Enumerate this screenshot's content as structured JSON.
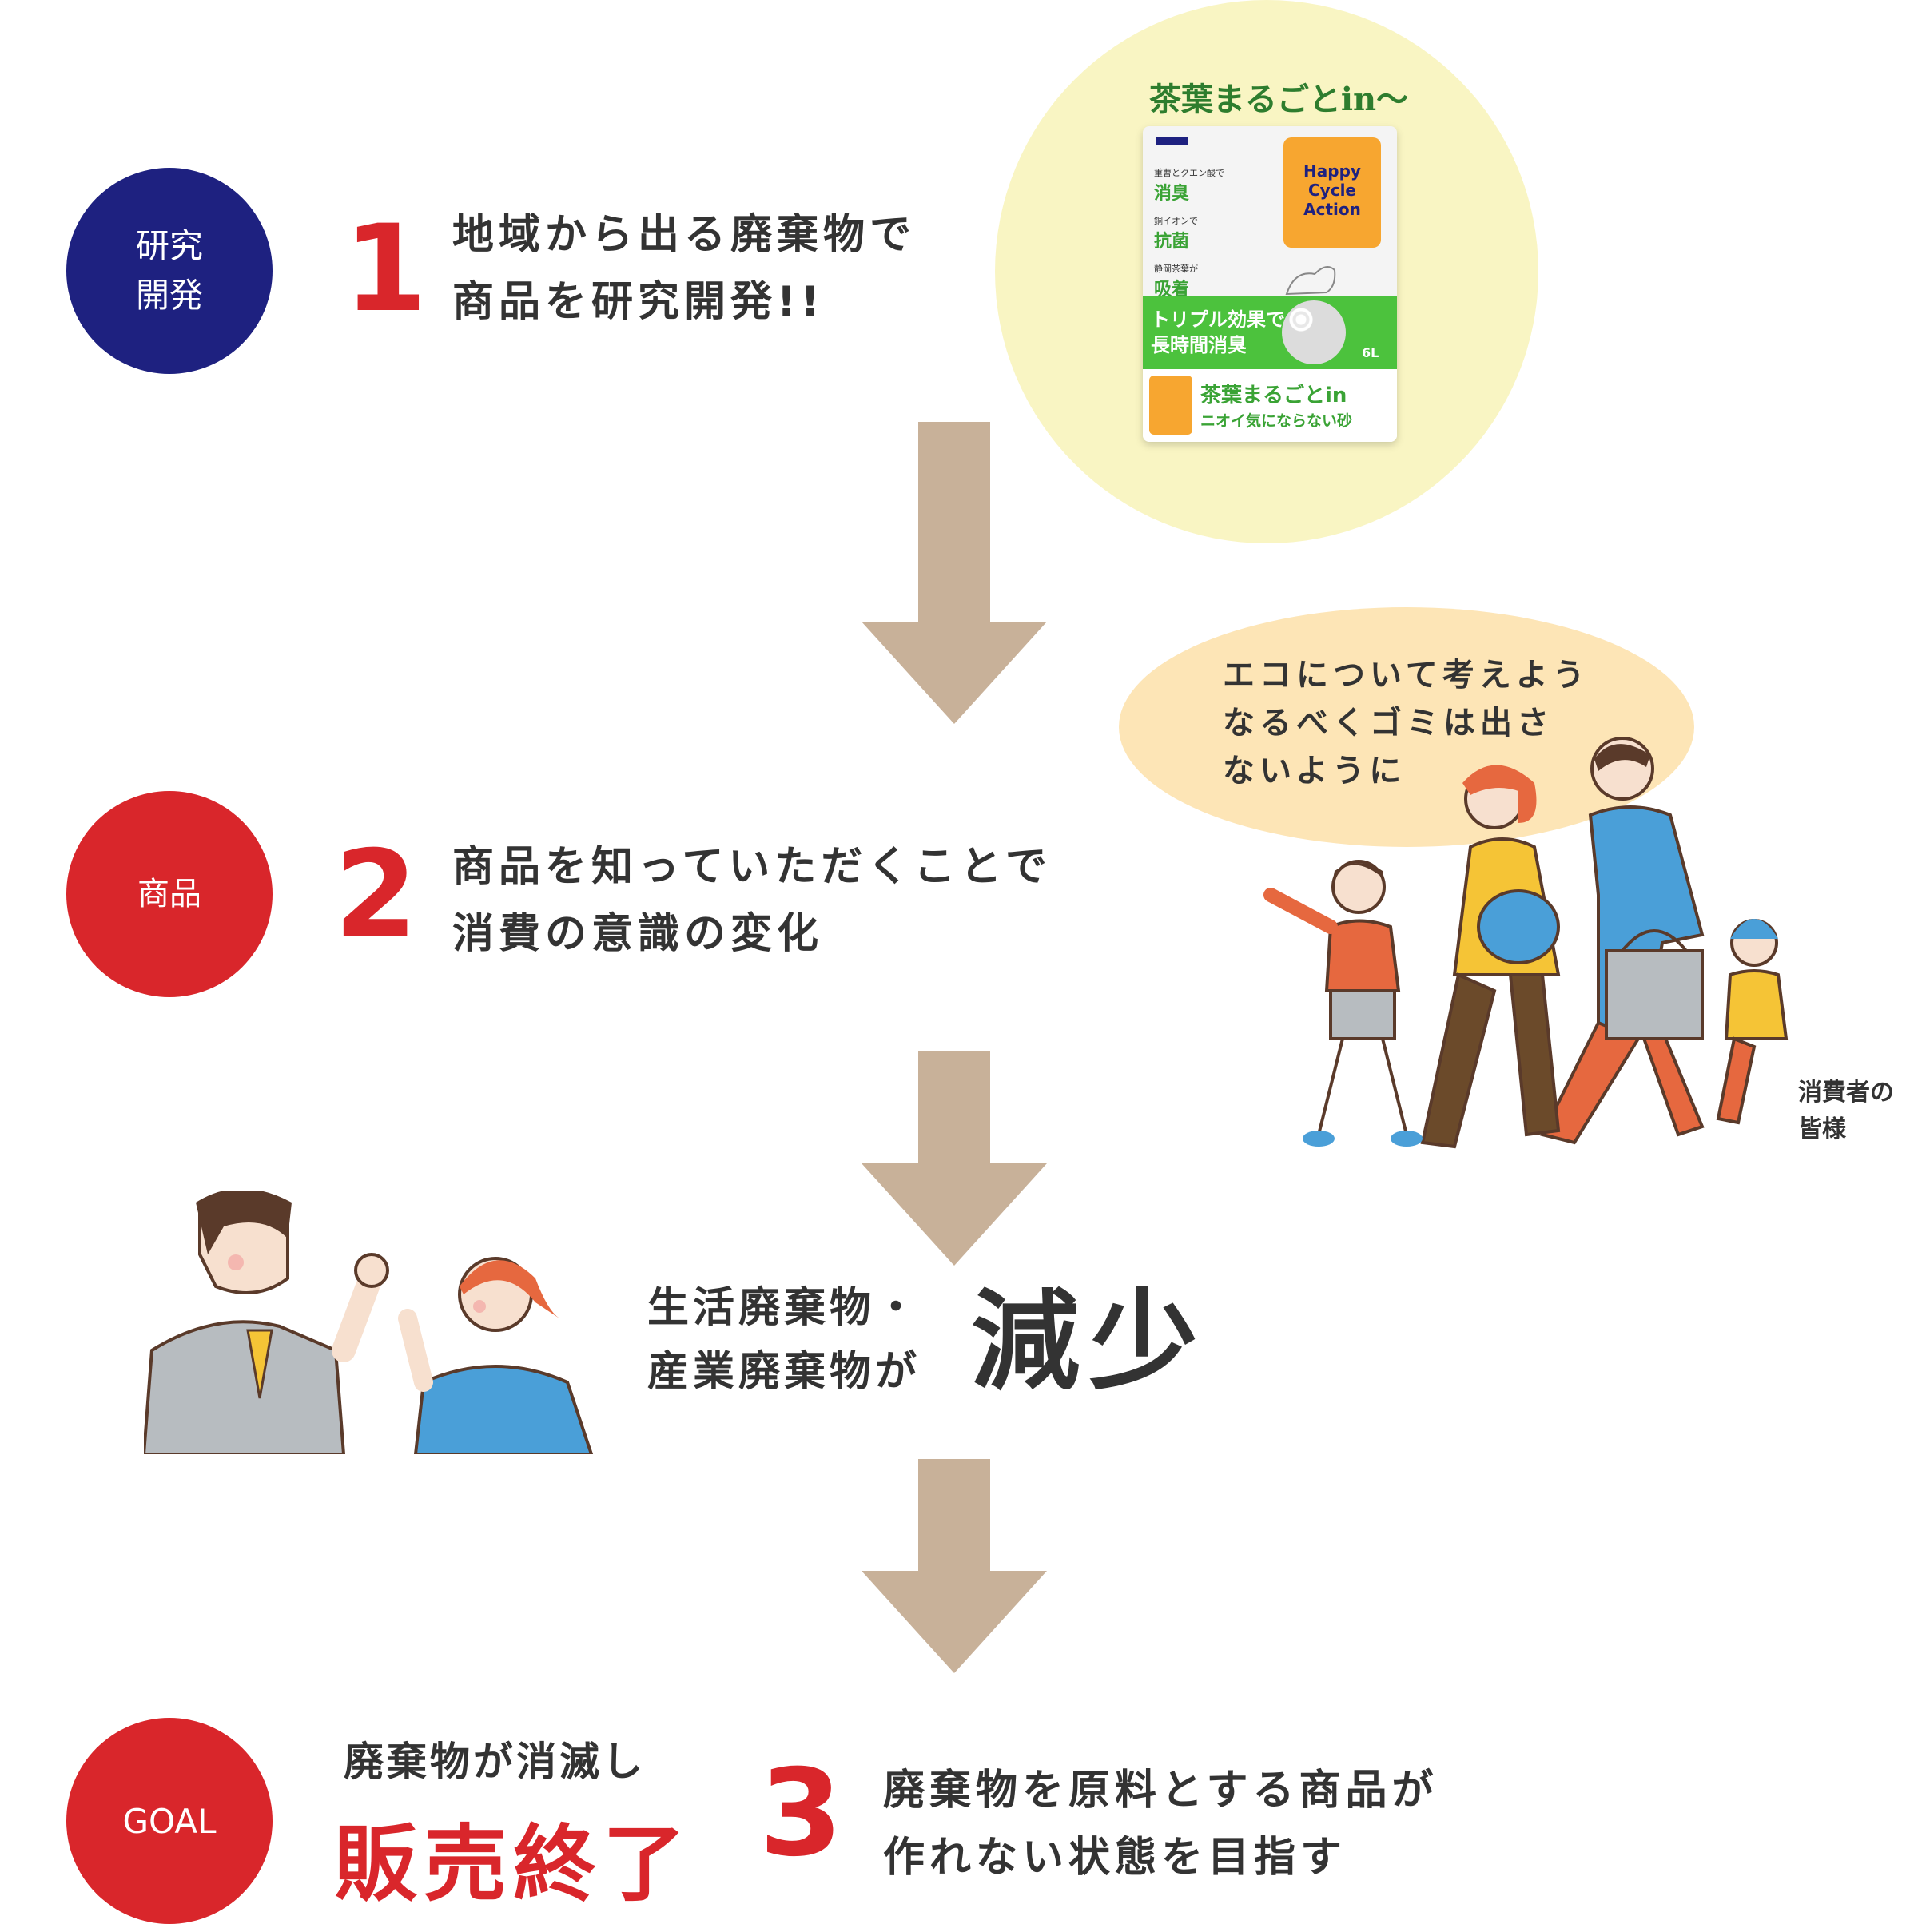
{
  "colors": {
    "navy": "#1e2180",
    "red": "#d9262b",
    "arrow": "#c8b199",
    "yellow_circle": "#f9f5c3",
    "speech_bubble": "#fde5b6",
    "text": "#333333",
    "green": "#2e7d2e"
  },
  "steps": [
    {
      "badge": "研究\n開発",
      "number": "1",
      "text": "地域から出る廃棄物で\n商品を研究開発!!"
    },
    {
      "badge": "商品",
      "number": "2",
      "text": "商品を知っていただくことで\n消費の意識の変化"
    },
    {
      "badge": "GOAL",
      "number": "3",
      "text": "廃棄物を原料とする商品が\n作れない状態を目指す"
    }
  ],
  "product": {
    "caption": "茶葉まるごとin〜",
    "package_brand_lines": [
      "Happy",
      "Cycle",
      "Action"
    ],
    "package_banner_lines": [
      "トリプル効果で",
      "長時間消臭"
    ],
    "package_bottom": "茶葉まるごとin",
    "package_bottom_sub": "ニオイ気にならない砂",
    "package_size": "6L",
    "features": [
      {
        "small": "重曹とクエン酸で",
        "big": "消臭"
      },
      {
        "small": "銅イオンで",
        "big": "抗菌"
      },
      {
        "small": "静岡茶葉が",
        "big": "吸着"
      }
    ]
  },
  "consumer": {
    "bubble": "エコについて考えよう\nなるべくゴミは出さ\nないように",
    "label": "消費者の\n皆様"
  },
  "reduction": {
    "lead": "生活廃棄物・\n産業廃棄物が",
    "highlight": "減少"
  },
  "goal": {
    "lead": "廃棄物が消滅し",
    "highlight": "販売終了"
  }
}
